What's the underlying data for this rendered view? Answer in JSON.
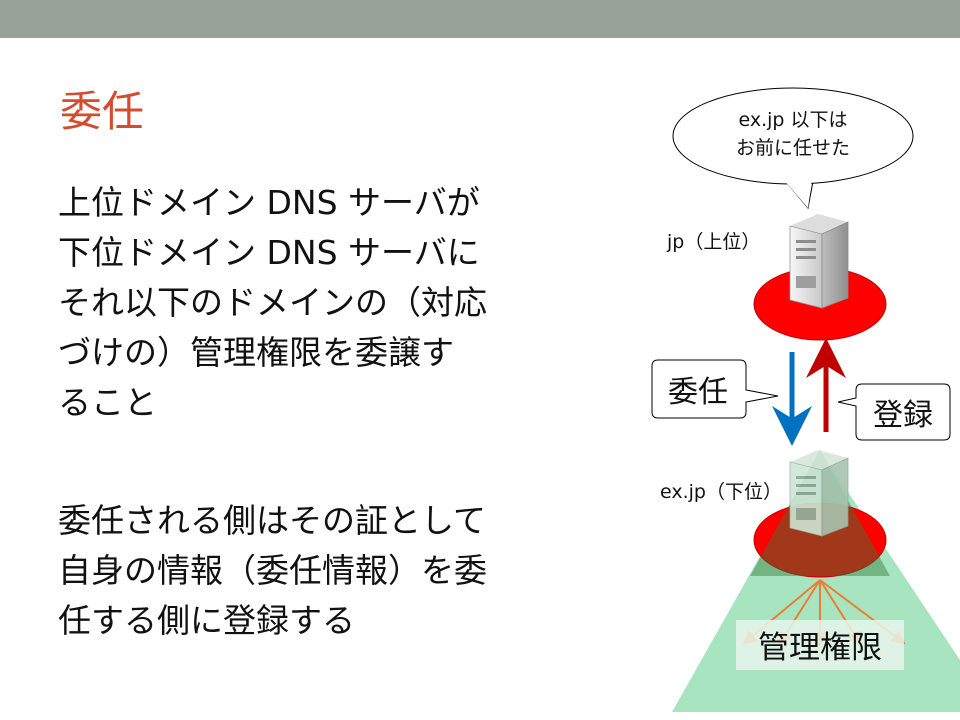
{
  "slide": {
    "title": "委任",
    "paragraph1": [
      "上位ドメイン DNS サーバが",
      "下位ドメイン DNS サーバに",
      "それ以下のドメインの（対応",
      "づけの）管理権限を委譲す",
      "ること"
    ],
    "paragraph2": [
      "委任される側はその証として",
      "自身の情報（委任情報）を委",
      "任する側に登録する"
    ]
  },
  "diagram": {
    "speech_bubble": [
      "ex.jp 以下は",
      "お前に任せた"
    ],
    "upper_server_label": "jp（上位）",
    "lower_server_label": "ex.jp（下位）",
    "delegate_label": "委任",
    "register_label": "登録",
    "authority_label": "管理権限",
    "colors": {
      "ellipse": "#ff0000",
      "down_arrow": "#0070c0",
      "up_arrow": "#c00000",
      "authority_area": "#a9e4c0",
      "fan_arrows": "#ed7d31",
      "title": "#d24c2e",
      "top_bar": "#97a398"
    }
  }
}
